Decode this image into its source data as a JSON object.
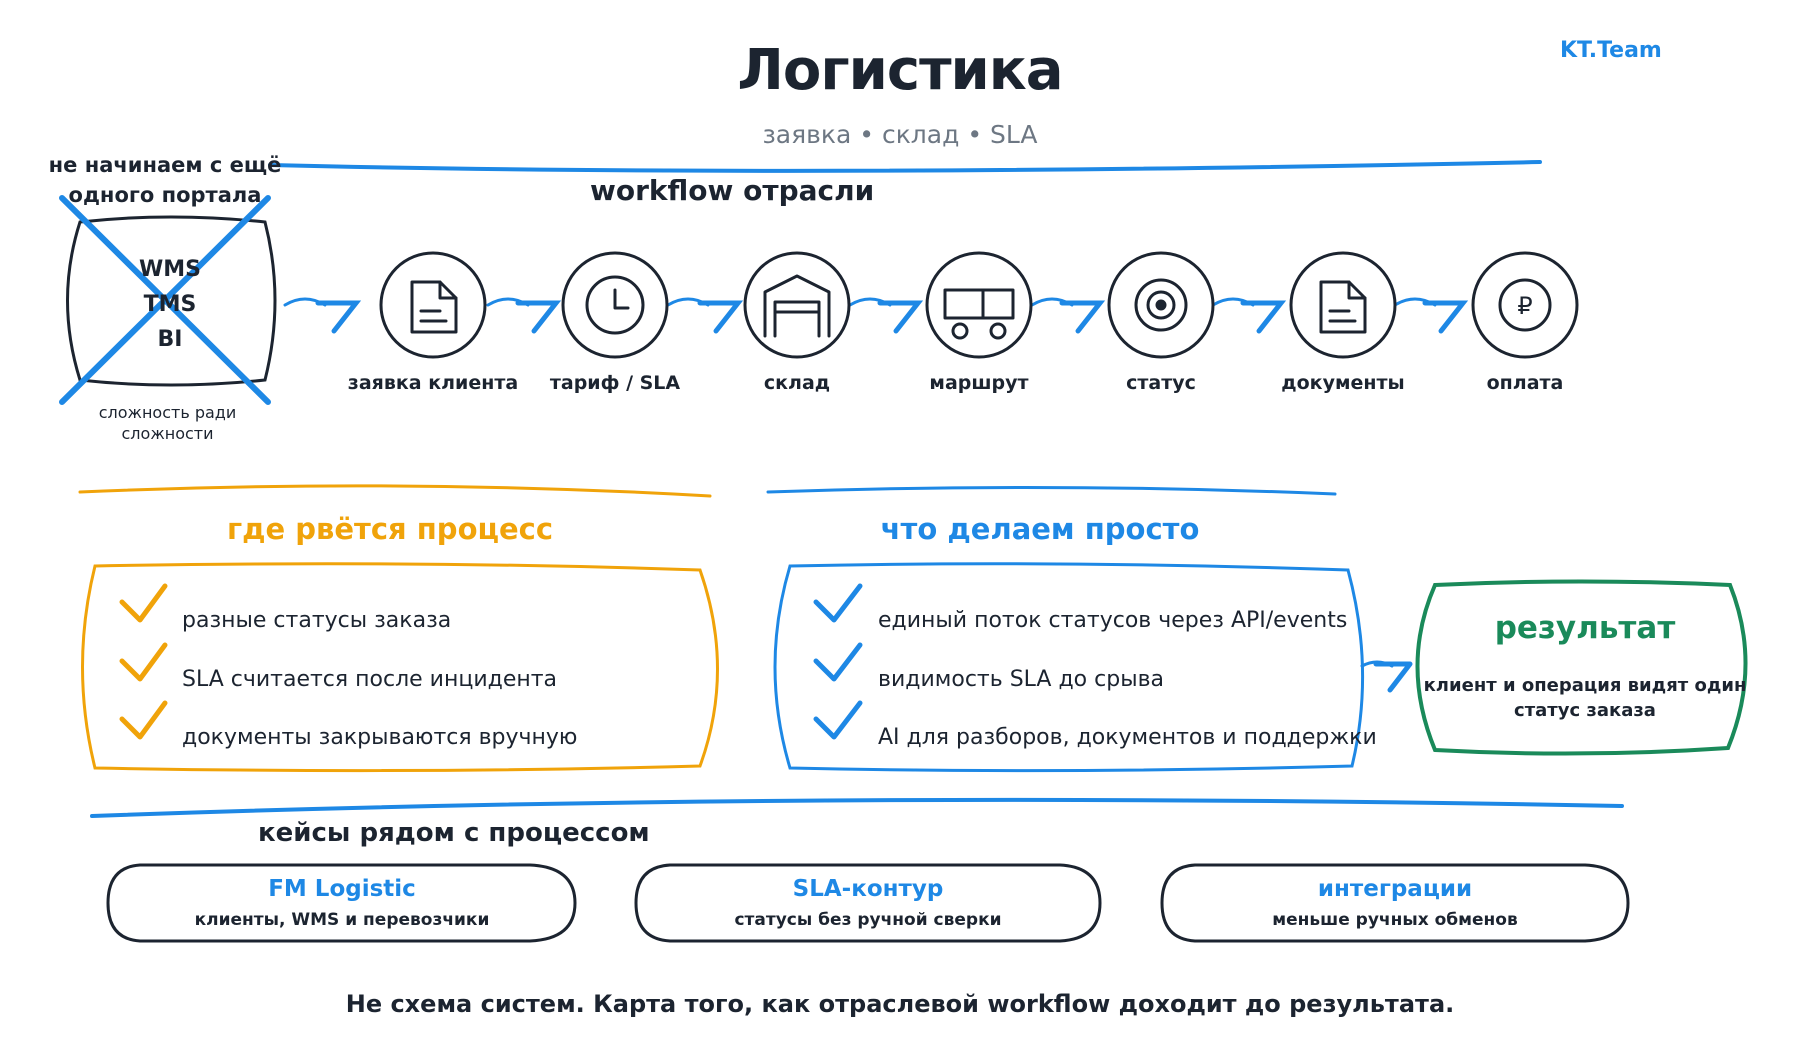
{
  "header": {
    "title": "Логистика",
    "subtitle": "заявка • склад • SLA",
    "brand": "KT.Team"
  },
  "legacy": {
    "caption": "не начинаем с ещё одного портала",
    "systems": [
      "WMS",
      "TMS",
      "BI"
    ],
    "note": "сложность ради сложности"
  },
  "workflow": {
    "heading": "workflow отрасли",
    "steps": [
      {
        "label": "заявка клиента",
        "icon": "document-icon"
      },
      {
        "label": "тариф / SLA",
        "icon": "clock-icon"
      },
      {
        "label": "склад",
        "icon": "warehouse-icon"
      },
      {
        "label": "маршрут",
        "icon": "truck-icon"
      },
      {
        "label": "статус",
        "icon": "target-icon"
      },
      {
        "label": "документы",
        "icon": "document-icon"
      },
      {
        "label": "оплата",
        "icon": "ruble-icon"
      }
    ]
  },
  "problems": {
    "title": "где рвётся процесс",
    "items": [
      "разные статусы заказа",
      "SLA считается после инцидента",
      "документы закрываются вручную"
    ]
  },
  "solutions": {
    "title": "что делаем просто",
    "items": [
      "единый поток статусов через API/events",
      "видимость SLA до срыва",
      "AI для разборов, документов и поддержки"
    ]
  },
  "result": {
    "title": "результат",
    "text": "клиент и операция видят один статус заказа"
  },
  "cases": {
    "heading": "кейсы рядом с процессом",
    "items": [
      {
        "title": "FM Logistic",
        "subtitle": "клиенты, WMS и перевозчики"
      },
      {
        "title": "SLA-контур",
        "subtitle": "статусы без ручной сверки"
      },
      {
        "title": "интеграции",
        "subtitle": "меньше ручных обменов"
      }
    ]
  },
  "footer": "Не схема систем. Карта того, как отраслевой workflow доходит до результата.",
  "colors": {
    "ink": "#1c2430",
    "blue": "#1e88e5",
    "orange": "#f0a30a",
    "green": "#1a8a5a",
    "muted": "#6d7783"
  }
}
